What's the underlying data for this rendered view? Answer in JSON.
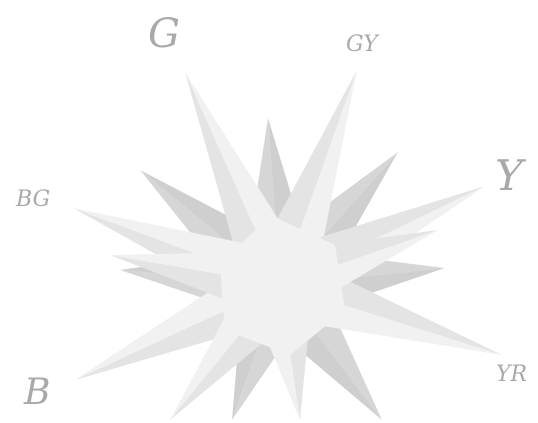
{
  "labels": {
    "g": "G",
    "gy": "GY",
    "y": "Y",
    "bg": "BG",
    "b": "B",
    "yr": "YR"
  },
  "colors": {
    "background": "#ffffff",
    "label_gray": "#a9a9a9",
    "spike_light": "#f1f1f1",
    "spike_mid": "#e4e4e4",
    "spike_shadow": "#d6d6d6",
    "spike_back": "#cfcfcf"
  }
}
